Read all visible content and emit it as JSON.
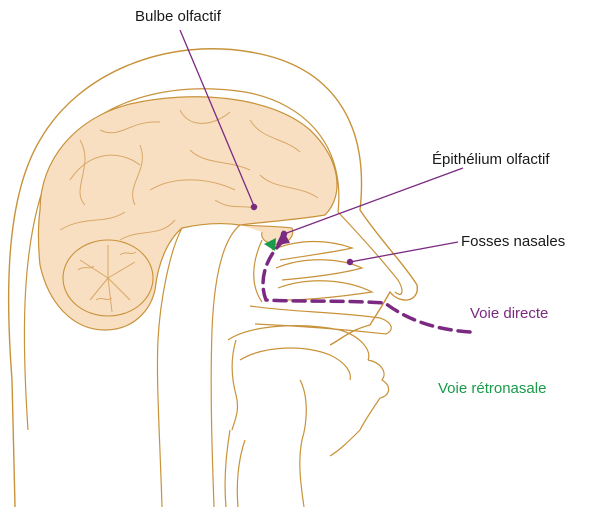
{
  "labels": {
    "bulbe": "Bulbe olfactif",
    "epithelium": "Épithélium olfactif",
    "fosses": "Fosses nasales",
    "voie_directe": "Voie directe",
    "voie_retronasale": "Voie rétronasale"
  },
  "colors": {
    "outline": "#c8923a",
    "brain_fill": "#f8dfc2",
    "leader": "#7a2a80",
    "direct_path": "#7a2a80",
    "retronasal_arrow": "#1a9a4a",
    "text": "#1a1a1a"
  }
}
